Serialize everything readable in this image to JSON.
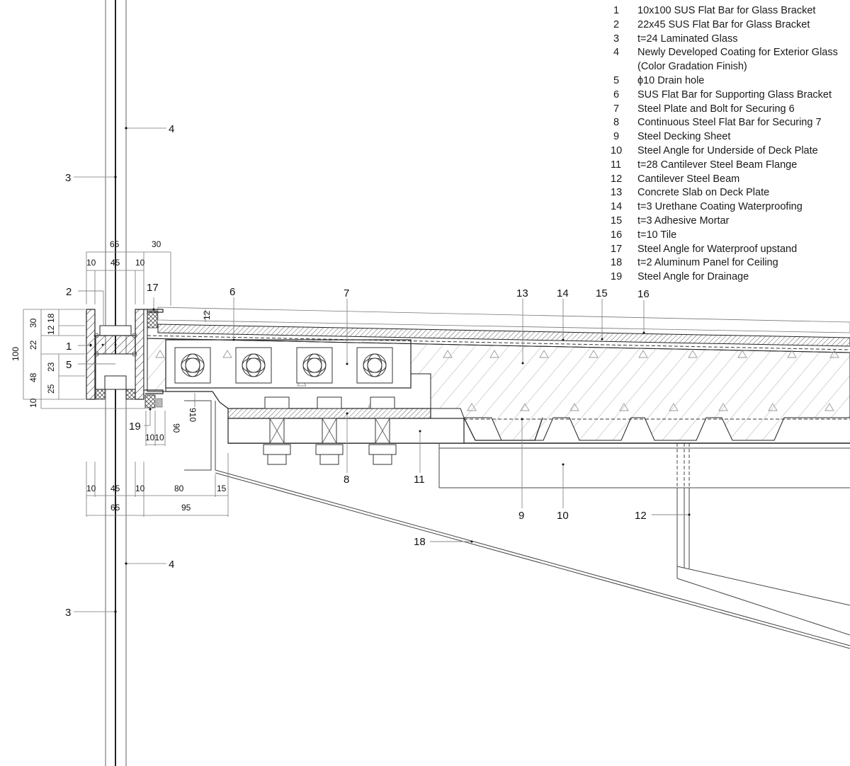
{
  "legend": {
    "items": [
      {
        "num": "1",
        "text": "10x100 SUS Flat Bar for Glass Bracket"
      },
      {
        "num": "2",
        "text": "22x45 SUS Flat Bar for Glass Bracket"
      },
      {
        "num": "3",
        "text": "t=24 Laminated Glass"
      },
      {
        "num": "4",
        "text": "Newly Developed Coating for Exterior Glass",
        "cont": "(Color Gradation Finish)"
      },
      {
        "num": "5",
        "text": "ϕ10 Drain hole"
      },
      {
        "num": "6",
        "text": "SUS Flat Bar for Supporting Glass Bracket"
      },
      {
        "num": "7",
        "text": "Steel Plate and Bolt for Securing 6"
      },
      {
        "num": "8",
        "text": "Continuous Steel Flat Bar for Securing 7"
      },
      {
        "num": "9",
        "text": "Steel Decking Sheet"
      },
      {
        "num": "10",
        "text": "Steel Angle for Underside of Deck Plate"
      },
      {
        "num": "11",
        "text": "t=28 Cantilever Steel Beam Flange"
      },
      {
        "num": "12",
        "text": "Cantilever Steel Beam"
      },
      {
        "num": "13",
        "text": "Concrete Slab on Deck Plate"
      },
      {
        "num": "14",
        "text": "t=3   Urethane Coating Waterproofing"
      },
      {
        "num": "15",
        "text": "t=3   Adhesive Mortar"
      },
      {
        "num": "16",
        "text": "t=10 Tile"
      },
      {
        "num": "17",
        "text": "Steel Angle for Waterproof upstand"
      },
      {
        "num": "18",
        "text": "t=2   Aluminum Panel for Ceiling"
      },
      {
        "num": "19",
        "text": "Steel Angle for Drainage"
      }
    ]
  },
  "callouts": {
    "c1": "1",
    "c2": "2",
    "c3_top": "3",
    "c3_bottom": "3",
    "c4_top": "4",
    "c4_bottom": "4",
    "c5": "5",
    "c6": "6",
    "c7": "7",
    "c8": "8",
    "c9": "9",
    "c10": "10",
    "c11": "11",
    "c12": "12",
    "c13": "13",
    "c14": "14",
    "c15": "15",
    "c16": "16",
    "c17": "17",
    "c18": "18",
    "c19": "19"
  },
  "dimensions": {
    "top": {
      "d65": "65",
      "d30": "30",
      "d10a": "10",
      "d45": "45",
      "d10b": "10"
    },
    "left": {
      "d100": "100",
      "d30": "30",
      "d22": "22",
      "d48": "48",
      "d10": "10",
      "d18": "18",
      "d12": "12",
      "d23": "23",
      "d25": "25"
    },
    "bottom": {
      "d10a": "10",
      "d45": "45",
      "d10b": "10",
      "d80": "80",
      "d15": "15",
      "d65": "65",
      "d95": "95"
    },
    "misc": {
      "d12_slab": "12",
      "d910": "910",
      "d90": "90",
      "d1010": "1010"
    }
  },
  "colors": {
    "line": "#1a1a1a",
    "thin": "#555555",
    "light": "#9a9a9a",
    "background": "#ffffff"
  }
}
